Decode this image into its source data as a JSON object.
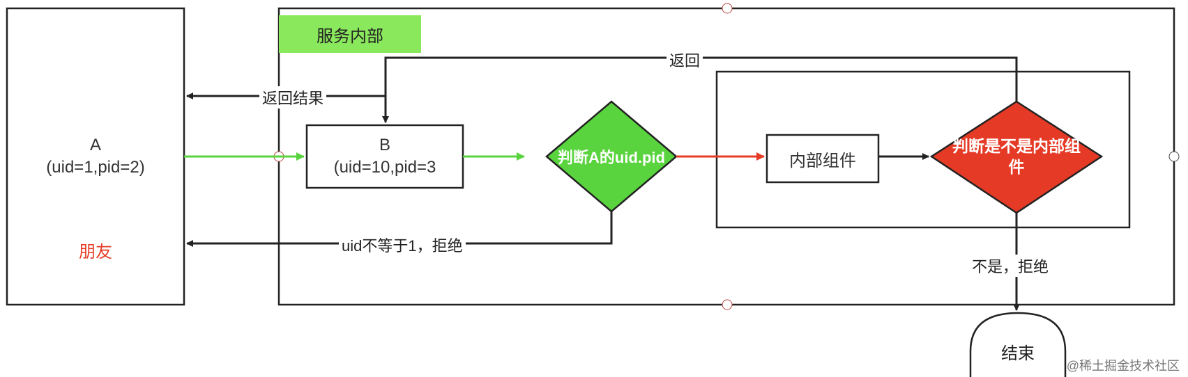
{
  "nodes": {
    "a": {
      "title": "A",
      "params": "(uid=1,pid=2)",
      "note": "朋友"
    },
    "service_label": "服务内部",
    "b": {
      "title": "B",
      "params": "(uid=10,pid=3"
    },
    "check_uid": "判断A的uid.pid",
    "internal_component": "内部组件",
    "check_internal": "判断是不是内部组件",
    "end": "结束"
  },
  "edges": {
    "return_result": "返回结果",
    "return": "返回",
    "reject_uid": "uid不等于1，拒绝",
    "reject_internal": "不是，拒绝"
  },
  "colors": {
    "green": "#5ad43e",
    "red": "#e53b26",
    "lime_label": "#8ae85c",
    "black": "#222222"
  },
  "watermark": "@稀土掘金技术社区"
}
